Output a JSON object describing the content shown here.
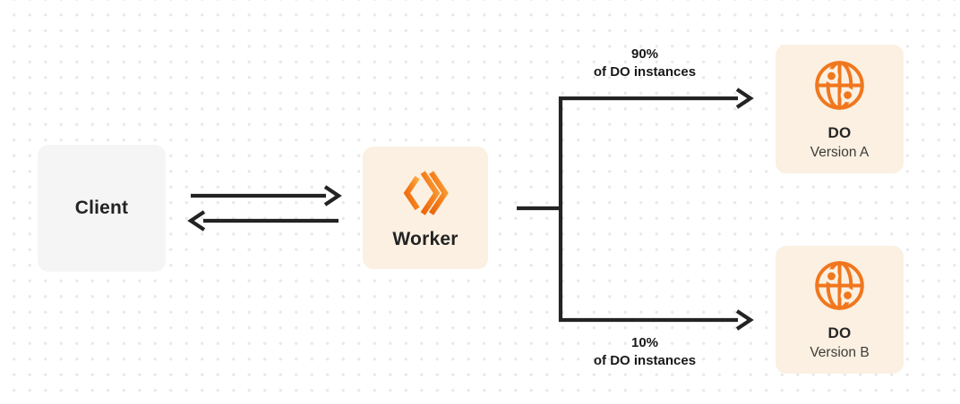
{
  "diagram": {
    "nodes": {
      "client": {
        "label": "Client"
      },
      "worker": {
        "label": "Worker",
        "icon": "cloudflare-workers-icon"
      },
      "do_a": {
        "title": "DO",
        "subtitle": "Version A",
        "icon": "durable-object-globe-icon"
      },
      "do_b": {
        "title": "DO",
        "subtitle": "Version B",
        "icon": "durable-object-globe-icon"
      }
    },
    "edges": {
      "client_worker": {
        "type": "request-response-double-arrow"
      },
      "worker_to_do_a": {
        "label": [
          "90%",
          "of DO instances"
        ]
      },
      "worker_to_do_b": {
        "label": [
          "10%",
          "of DO instances"
        ]
      }
    },
    "colors": {
      "accent_orange": "#F6821F",
      "globe_orange": "#F0771E",
      "node_cream_bg": "#FBF0E1",
      "node_gray_bg": "#F5F5F6",
      "arrow_dark": "#232323",
      "dot_grid": "#E9E9EC",
      "text_dark": "#232323"
    }
  }
}
